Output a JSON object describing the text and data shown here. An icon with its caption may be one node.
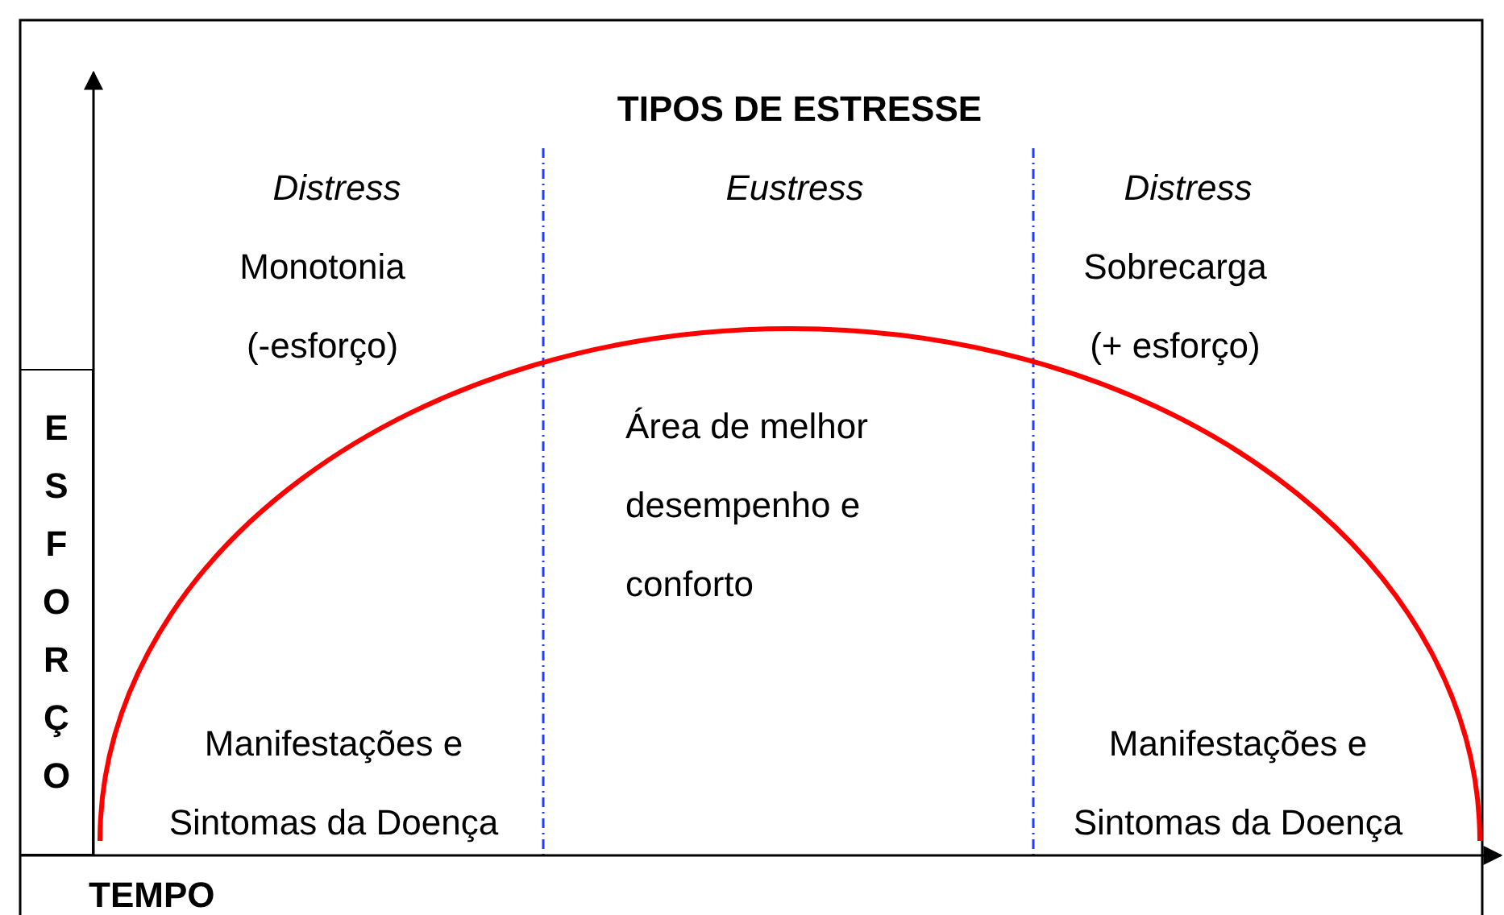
{
  "diagram": {
    "title": "TIPOS DE ESTRESSE",
    "nodes": [
      {
        "text": [
          "ESFORÇO"
        ]
      }
    ],
    "labels": [
      "Distress",
      "Eustress",
      "Distress",
      "Monotonia (-esforço)",
      "Sobrecarga (+ esforço)",
      "Área de melhor desempenho e conforto",
      "Manifestações e Sintomas da Doença",
      "Manifestações e Sintomas da Doença",
      "TEMPO"
    ]
  }
}
